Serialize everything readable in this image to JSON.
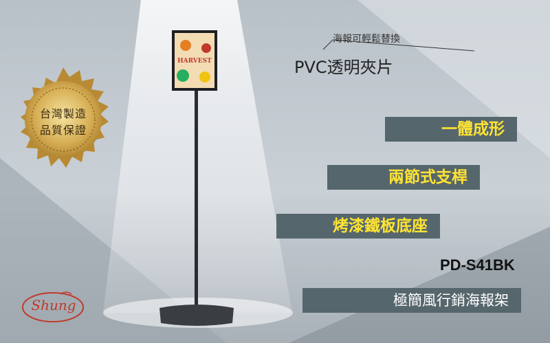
{
  "seal": {
    "line1": "台灣製造",
    "line2": "品質保證"
  },
  "poster": {
    "title": "HARVEST"
  },
  "callouts": {
    "note": "海報可輕鬆替換",
    "pvc": "PVC透明夾片"
  },
  "features": [
    {
      "label": "一體成形"
    },
    {
      "label": "兩節式支桿"
    },
    {
      "label": "烤漆鐵板底座"
    }
  ],
  "product": {
    "model": "PD-S41BK",
    "name": "極簡風行銷海報架"
  },
  "brand": {
    "logo_text": "Shung"
  },
  "colors": {
    "banner": "#56666d",
    "feature_text": "#ffe433",
    "seal_gold": "#c9a24a",
    "logo_red": "#c0392b"
  }
}
